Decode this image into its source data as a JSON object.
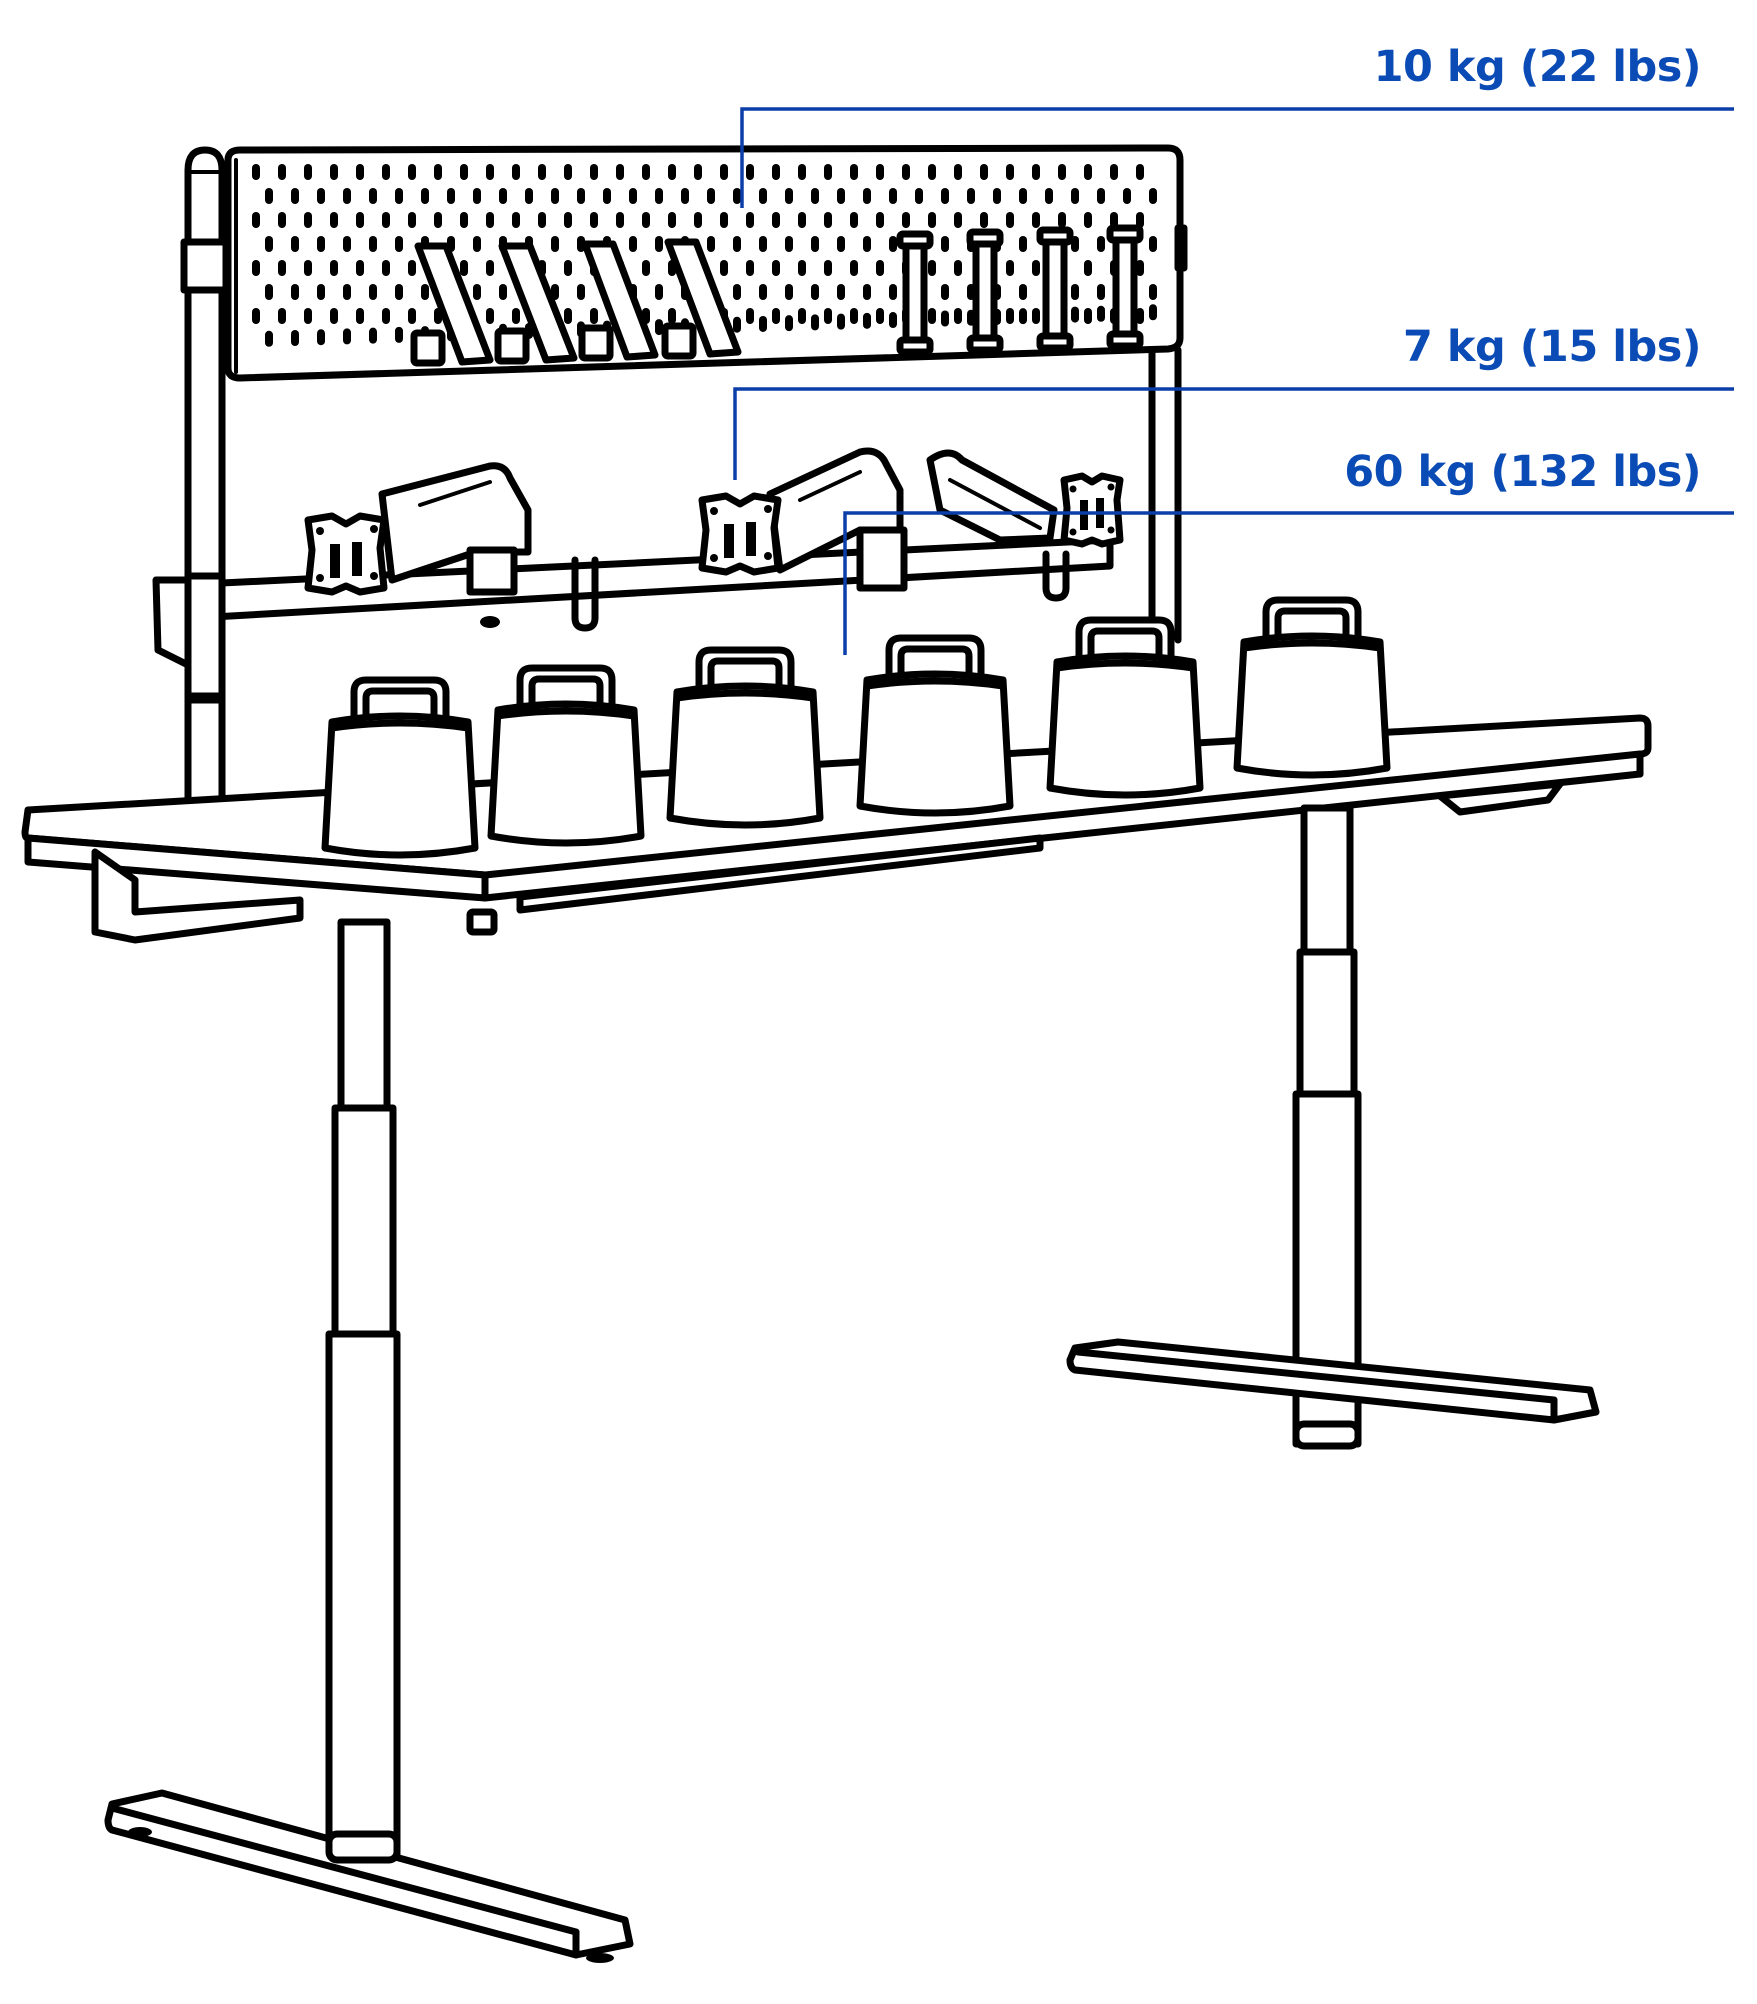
{
  "diagram": {
    "subject": "Standing desk with pegboard, triple monitor arms and weights showing load capacities",
    "colors": {
      "accent": "#0a4bb5",
      "leader_line": "#0b3ea8",
      "ink": "#000000",
      "background": "#ffffff"
    },
    "callouts": [
      {
        "id": "pegboard",
        "label": "10 kg (22 lbs)",
        "target": "pegboard"
      },
      {
        "id": "monitor-arms",
        "label": "7 kg (15 lbs)",
        "target": "monitor arm"
      },
      {
        "id": "desktop",
        "label": "60 kg (132 lbs)",
        "target": "desktop surface"
      }
    ],
    "components": {
      "pegboard_hooks_angled": 4,
      "pegboard_holders_vertical": 4,
      "monitor_arms": 3,
      "weights_on_desk": 6,
      "legs": 2
    }
  }
}
